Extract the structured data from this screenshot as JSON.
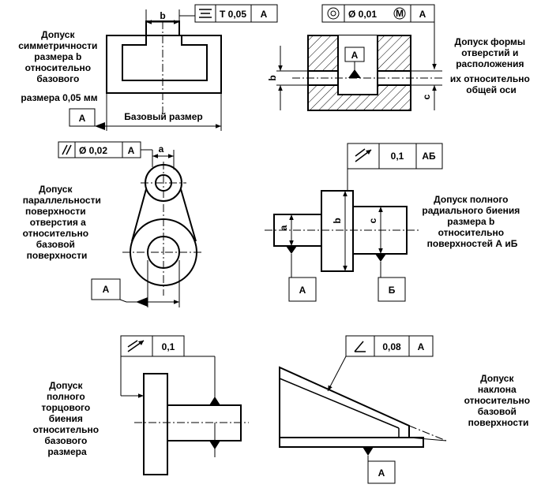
{
  "panel1": {
    "caption": [
      "Допуск",
      "симметричности",
      "размера  b",
      "относительно",
      "базового",
      "размера 0,05 мм"
    ],
    "frame_value": "T 0,05",
    "frame_datum": "A",
    "dim_b": "b",
    "base_label": "Базовый размер",
    "datum_box": "A"
  },
  "panel2": {
    "caption": [
      "Допуск формы",
      "отверстий и",
      "расположения",
      "их относительно",
      "общей оси"
    ],
    "frame_value": "Ø 0,01",
    "frame_modifier": "M",
    "frame_datum": "A",
    "datum_box": "A",
    "dim_b": "b",
    "dim_c": "c"
  },
  "panel3": {
    "caption": [
      "Допуск",
      "параллельности",
      "поверхности",
      "отверстия   a",
      "относительно",
      "базовой",
      "поверхности"
    ],
    "frame_value": "Ø 0,02",
    "frame_datum": "A",
    "dim_a": "a",
    "datum_box": "A"
  },
  "panel4": {
    "caption": [
      "Допуск полного",
      "радиального биения",
      "размера b",
      "относительно",
      "поверхностей А иБ"
    ],
    "frame_value": "0,1",
    "frame_datum": "АБ",
    "dim_a": "a",
    "dim_b": "b",
    "dim_c": "c",
    "datum_a": "A",
    "datum_b": "Б"
  },
  "panel5": {
    "caption": [
      "Допуск",
      "полного",
      "торцового",
      "биения",
      "относительно",
      "базового",
      "размера"
    ],
    "frame_value": "0,1"
  },
  "panel6": {
    "caption": [
      "Допуск",
      "наклона",
      "относительно",
      "базовой",
      "поверхности"
    ],
    "frame_value": "0,08",
    "frame_datum": "A",
    "datum_box": "A"
  }
}
